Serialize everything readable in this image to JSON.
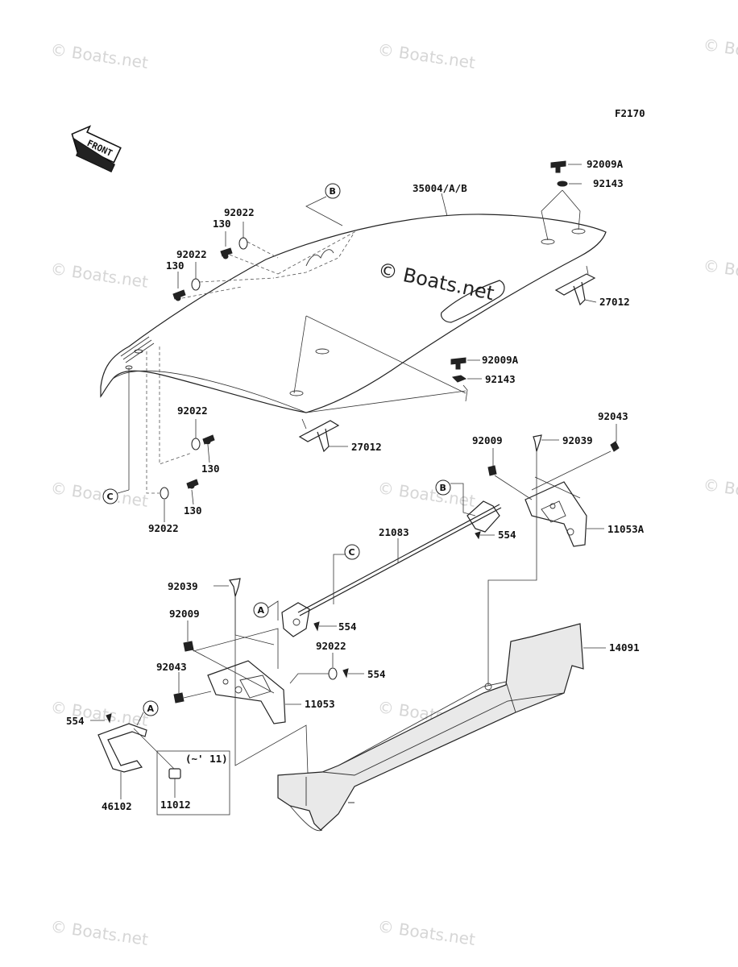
{
  "figure_code": "F2170",
  "front_label": "FRONT",
  "main_watermark": "© Boats.net",
  "watermarks": [
    "© Boats.net",
    "© Boats.net",
    "© Boats.net",
    "© Boats.net",
    "© Boats.net",
    "© Boats.net",
    "© Boats.net",
    "© Boats.net",
    "© Boats.net",
    "© Boats.net",
    "© Boats.net",
    "© Boats.net"
  ],
  "callouts": [
    "B",
    "C",
    "B",
    "C",
    "A",
    "A"
  ],
  "year_note": "(~' 11)",
  "parts": [
    "92009A",
    "92143",
    "35004/A/B",
    "92022",
    "130",
    "92022",
    "130",
    "27012",
    "92009A",
    "92143",
    "27012",
    "92022",
    "130",
    "130",
    "92022",
    "92043",
    "92009",
    "92039",
    "11053A",
    "21083",
    "554",
    "92039",
    "554",
    "92009",
    "92022",
    "554",
    "92043",
    "11053",
    "14091",
    "554",
    "46102",
    "11012"
  ]
}
